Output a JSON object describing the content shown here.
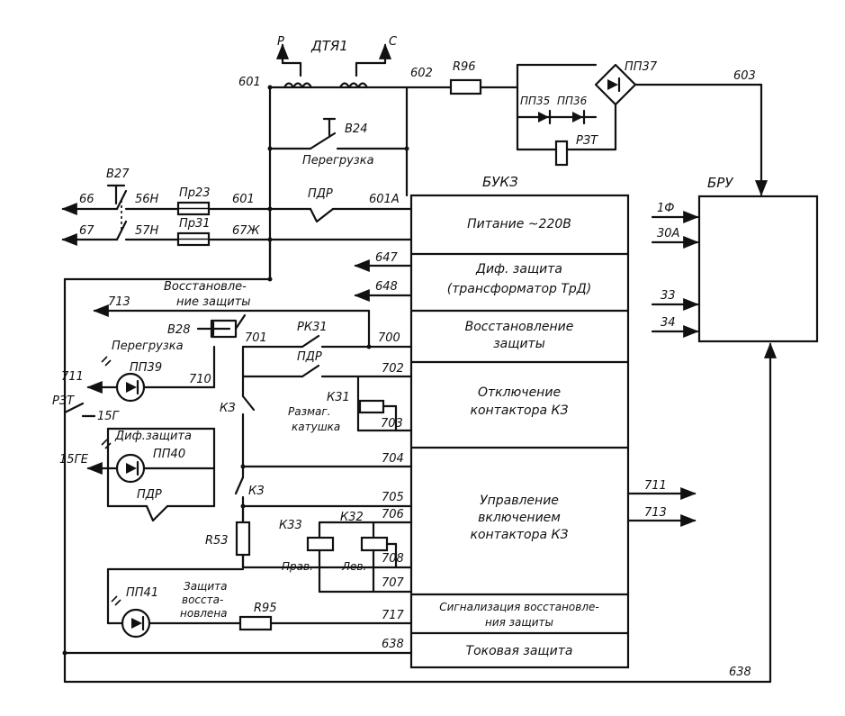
{
  "blocks": {
    "bukz_title": "БУКЗ",
    "bru_title": "БРУ",
    "sections": [
      {
        "lines": [
          "Питание ~220В"
        ]
      },
      {
        "lines": [
          "Диф. защита",
          "(трансформатор ТрД)"
        ]
      },
      {
        "lines": [
          "Восстановление",
          "защиты"
        ]
      },
      {
        "lines": [
          "Отключение",
          "контактора КЗ"
        ]
      },
      {
        "lines": [
          "Управление",
          "включением",
          "контактора КЗ"
        ]
      },
      {
        "lines": [
          "Сигнализация восстановле-",
          "ния защиты"
        ]
      },
      {
        "lines": [
          "Токовая защита"
        ]
      }
    ]
  },
  "components": {
    "dtia1": "ДТЯ1",
    "p": "Р",
    "s": "С",
    "r96": "R96",
    "pp37": "ПП37",
    "pp35": "ПП35",
    "pp36": "ПП36",
    "rzt_top": "РЗТ",
    "v24": "В24",
    "overload_top": "Перегрузка",
    "v27": "В27",
    "pr23": "Пр23",
    "pr31": "Пр31",
    "pdr_top": "ПДР",
    "restore_protection": [
      "Восстановле-",
      "ние защиты"
    ],
    "v28": "В28",
    "overload_mid": "Перегрузка",
    "pp39": "ПП39",
    "rzt_left": "РЗТ",
    "diff_protection": "Диф.защита",
    "pp40": "ПП40",
    "pdr_left": "ПДР",
    "kz_a": "КЗ",
    "kz_b": "КЗ",
    "rk31": "РК31",
    "pdr_mid": "ПДР",
    "k31": "К31",
    "magnet_coil": [
      "Размаг.",
      "катушка"
    ],
    "k33": "К33",
    "k32": "К32",
    "prav": "Прав.",
    "lev": "Лев.",
    "r53": "R53",
    "pp41": "ПП41",
    "protection_restored": [
      "Защита",
      "восста-",
      "новлена"
    ],
    "r95": "R95"
  },
  "wire_labels": {
    "w601_top": "601",
    "w602": "602",
    "w603": "603",
    "w66": "66",
    "w56n": "56Н",
    "w601_mid": "601",
    "w601a": "601А",
    "w67": "67",
    "w57n": "57Н",
    "w67zh": "67Ж",
    "w647": "647",
    "w648": "648",
    "w713_left": "713",
    "w701": "701",
    "w700": "700",
    "w711_left": "711",
    "w710": "710",
    "w702": "702",
    "w703": "703",
    "w15g": "15Г",
    "w15ge": "15ГЕ",
    "w704": "704",
    "w705": "705",
    "w706": "706",
    "w708": "708",
    "w707": "707",
    "w717": "717",
    "w638_left": "638",
    "w638_bottom": "638",
    "w711_right": "711",
    "w713_right": "713",
    "w1f": "1Ф",
    "w30a": "30А",
    "w33": "33",
    "w34": "34"
  }
}
